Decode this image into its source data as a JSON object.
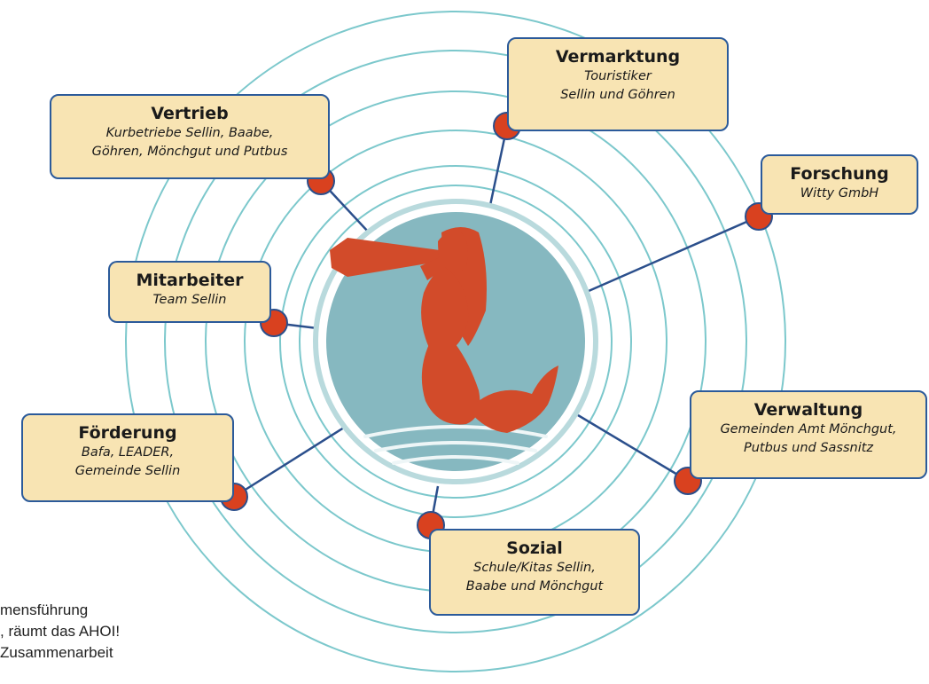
{
  "nodes": {
    "vermarktung": {
      "title": "Vermarktung",
      "lines": [
        "Touristiker",
        "Sellin und Göhren"
      ]
    },
    "vertrieb": {
      "title": "Vertrieb",
      "lines": [
        "Kurbetriebe Sellin, Baabe,",
        "Göhren, Mönchgut und Putbus"
      ]
    },
    "forschung": {
      "title": "Forschung",
      "lines": [
        "Witty GmbH"
      ]
    },
    "mitarbeiter": {
      "title": "Mitarbeiter",
      "lines": [
        "Team Sellin"
      ]
    },
    "verwaltung": {
      "title": "Verwaltung",
      "lines": [
        "Gemeinden Amt Mönchgut,",
        "Putbus und Sassnitz"
      ]
    },
    "foerderung": {
      "title": "Förderung",
      "lines": [
        "Bafa, LEADER,",
        "Gemeinde Sellin"
      ]
    },
    "sozial": {
      "title": "Sozial",
      "lines": [
        "Schule/Kitas Sellin,",
        "Baabe und Mönchgut"
      ]
    }
  },
  "caption": [
    "mensführung",
    ", räumt das AHOI!",
    "Zusammenarbeit"
  ],
  "colors": {
    "ring": "#7cc8cc",
    "box_fill": "#f8e4b3",
    "box_border": "#2b5a9a",
    "dot": "#d9411f",
    "connector": "#2b4f8c",
    "logo_bg": "#86b8c0",
    "mermaid": "#d24b2a"
  },
  "center_logo": {
    "icon": "mermaid-with-telescope-icon"
  }
}
